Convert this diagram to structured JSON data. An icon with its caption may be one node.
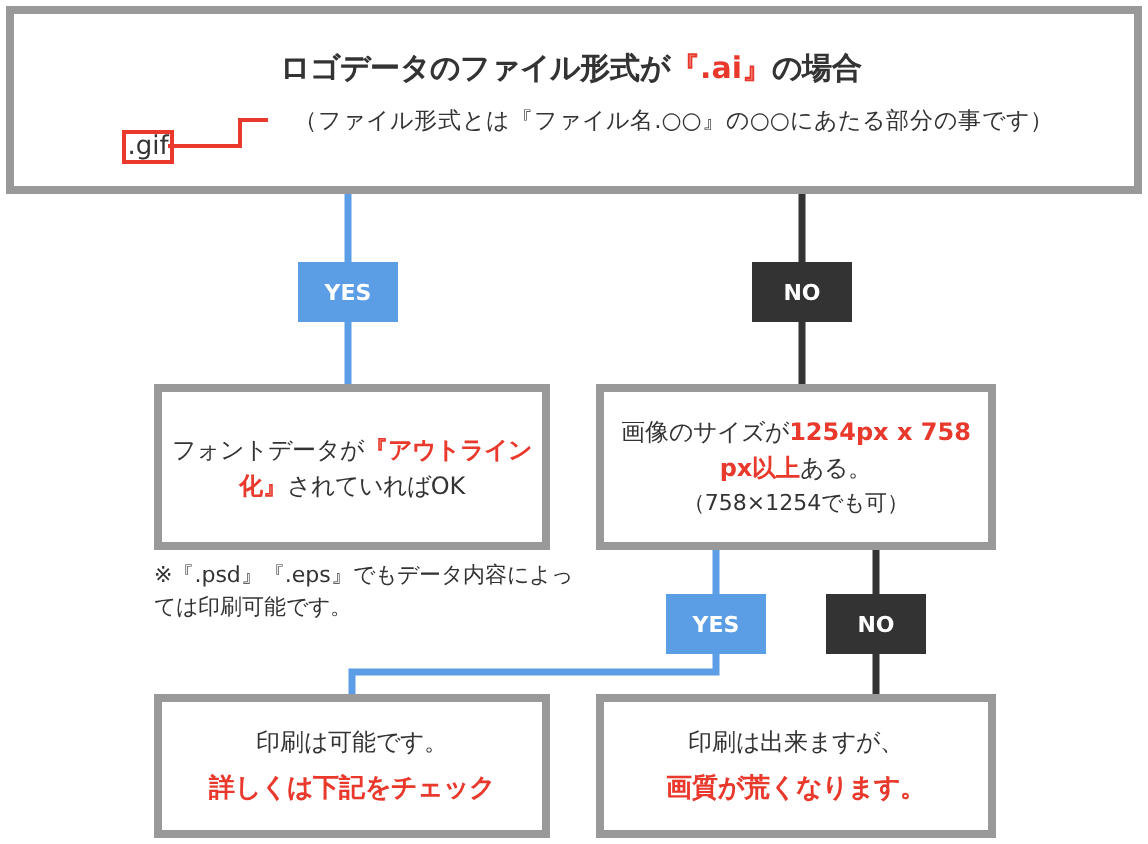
{
  "diagram": {
    "nodes": [
      {
        "text": [
          "ロゴデータのファイル形式が**『.ai』**の場合"
        ]
      },
      {
        "text": [
          "（ファイル形式とは『ファイル名.○○』の○○にあたる部分の事です）"
        ],
        "in": 0
      },
      {
        "text": [
          ".gif"
        ],
        "in": 0
      },
      {
        "text": [
          "フォントデータが**『アウトライン化』**されていればOK"
        ],
        "beside": [
          "※『.psd』『.eps』でもデータ内容によっては印刷可能です。"
        ]
      },
      {
        "text": [
          "画像のサイズが**1254px x 758 px以上**ある。",
          "（758×1254でも可）"
        ]
      },
      {
        "text": [
          "印刷は可能です。",
          "詳しくは下記をチェック"
        ]
      },
      {
        "text": [
          "印刷は出来ますが、",
          "画質が荒くなります。"
        ]
      }
    ],
    "edges": [
      {
        "from": 2,
        "to": 1,
        "arrow": "none",
        "color": "#e8392c"
      },
      {
        "from": 0,
        "to": 3,
        "arrow": "none",
        "label": "YES",
        "color": "#5b9ee6"
      },
      {
        "from": 0,
        "to": 4,
        "arrow": "none",
        "label": "NO",
        "color": "#333333"
      },
      {
        "from": 4,
        "to": 5,
        "arrow": "none",
        "label": "YES",
        "color": "#5b9ee6"
      },
      {
        "from": 4,
        "to": 6,
        "arrow": "none",
        "label": "NO",
        "color": "#333333"
      }
    ]
  }
}
